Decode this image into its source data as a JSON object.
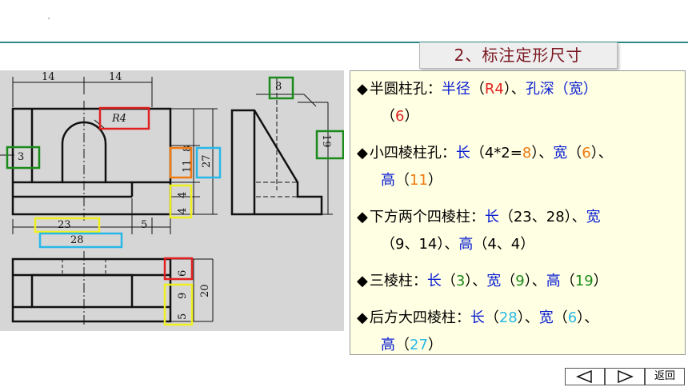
{
  "section_title": "2、标注定形尺寸",
  "dimensions": {
    "d14a": "14",
    "d14b": "14",
    "r4": "R4",
    "d8top": "8",
    "d3": "3",
    "d8side": "8",
    "d11": "11",
    "d27": "27",
    "d4": "4",
    "d4b": "4",
    "d19": "19",
    "d23": "23",
    "d5": "5",
    "d28": "28",
    "d6": "6",
    "d9": "9",
    "d5b": "5",
    "d20": "20"
  },
  "notes": {
    "n1": {
      "bullet": "◆",
      "name": "半圆柱孔：",
      "k1": "半径",
      "p1": "（",
      "v1": "R4",
      "p2": "）、",
      "k2": "孔深（宽）",
      "p3": "（",
      "v2": "6",
      "p4": "）"
    },
    "n2": {
      "bullet": "◆",
      "name": "小四棱柱孔：",
      "k1": "长",
      "p1": "（4*2=",
      "v1": "8",
      "p2": "）、",
      "k2": "宽",
      "p3": "（",
      "v2": "6",
      "p4": "）、",
      "k3": "高",
      "p5": "（",
      "v3": "11",
      "p6": "）"
    },
    "n3": {
      "bullet": "◆",
      "name": "下方两个四棱柱：",
      "k1": "长",
      "t1": "（23、28）、",
      "k2": "宽",
      "t2": "（9、14）、",
      "k3": "高",
      "t3": "（4、4）"
    },
    "n4": {
      "bullet": "◆",
      "name": "三棱柱：",
      "k1": "长",
      "p1": "（",
      "v1": "3",
      "p2": "）、",
      "k2": "宽",
      "p3": "（",
      "v2": "9",
      "p4": "）、",
      "k3": "高",
      "p5": "（",
      "v3": "19",
      "p6": "）"
    },
    "n5": {
      "bullet": "◆",
      "name": "后方大四棱柱：",
      "k1": "长",
      "p1": "（",
      "v1": "28",
      "p2": "）、",
      "k2": "宽",
      "p3": "（",
      "v2": "6",
      "p4": "）、",
      "k3": "高",
      "p5": "（",
      "v3": "27",
      "p6": "）"
    }
  },
  "nav": {
    "back_label": "返回"
  },
  "icons": {
    "prev": "triangle-left-icon",
    "next": "triangle-right-icon"
  },
  "colors": {
    "accent_rule": "#2e8a84",
    "title_text": "#7a1620",
    "notes_bg": "#ffffe3",
    "blue": "#0a1ed2",
    "red": "#e02020",
    "orange": "#f07a10",
    "green": "#1a8a1a",
    "cyan": "#28b8e8",
    "yellow": "#f0f020"
  }
}
